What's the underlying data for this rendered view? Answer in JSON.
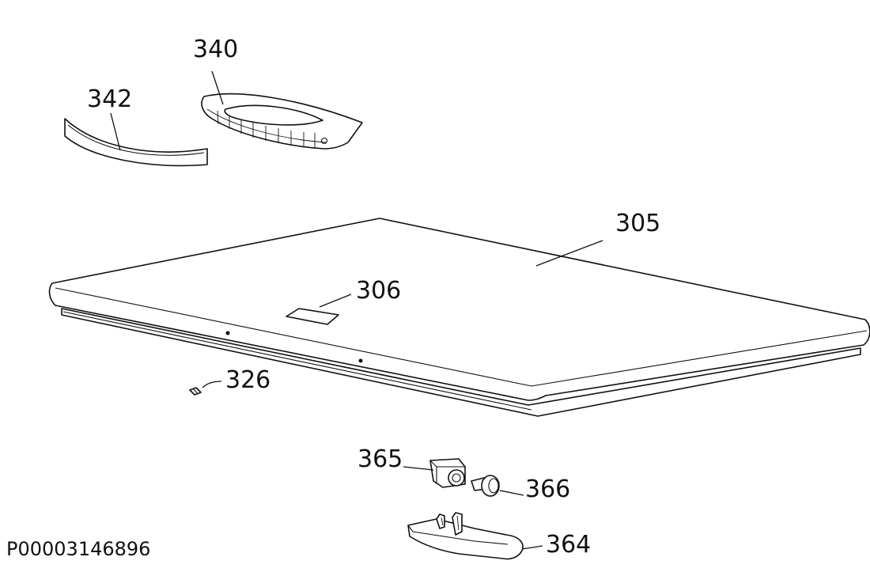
{
  "labels": {
    "p340": "340",
    "p342": "342",
    "p305": "305",
    "p306": "306",
    "p326": "326",
    "p365": "365",
    "p366": "366",
    "p364": "364"
  },
  "document_id": "P00003146896"
}
